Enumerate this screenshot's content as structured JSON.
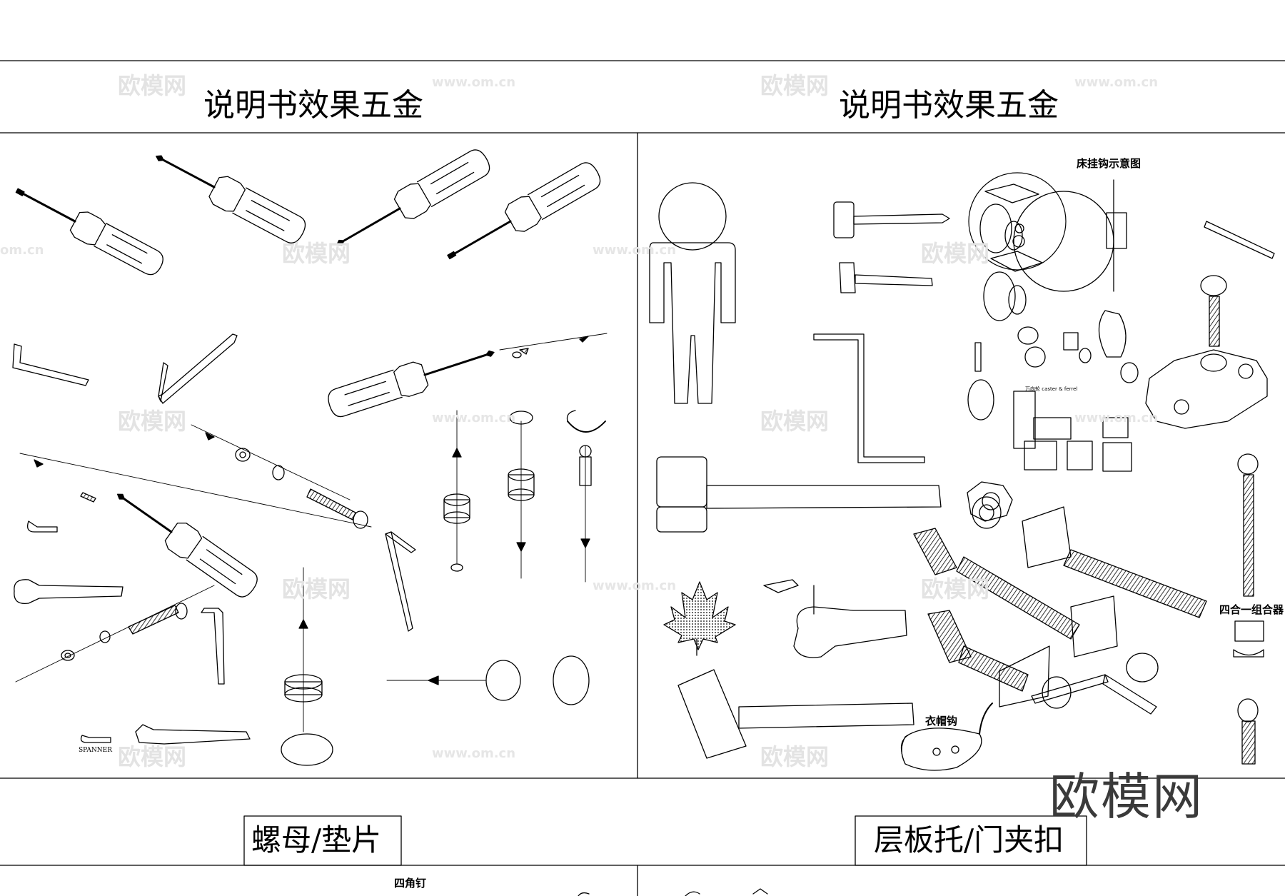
{
  "panels": {
    "left_title": "说明书效果五金",
    "right_title": "说明书效果五金"
  },
  "sections": {
    "left_label": "螺母/垫片",
    "right_label": "层板托/门夹扣"
  },
  "captions": {
    "bed_hook": "床挂钩示意图",
    "caster": "万向轮 caster & ferrel",
    "four_in_one": "四合一组合器",
    "coat_hook": "衣帽钩",
    "spanner": "SPANNER",
    "square_nail": "四角钉"
  },
  "watermarks": {
    "brand": "欧模网",
    "url": "www.om.cn",
    "url_short": "om.cn"
  }
}
